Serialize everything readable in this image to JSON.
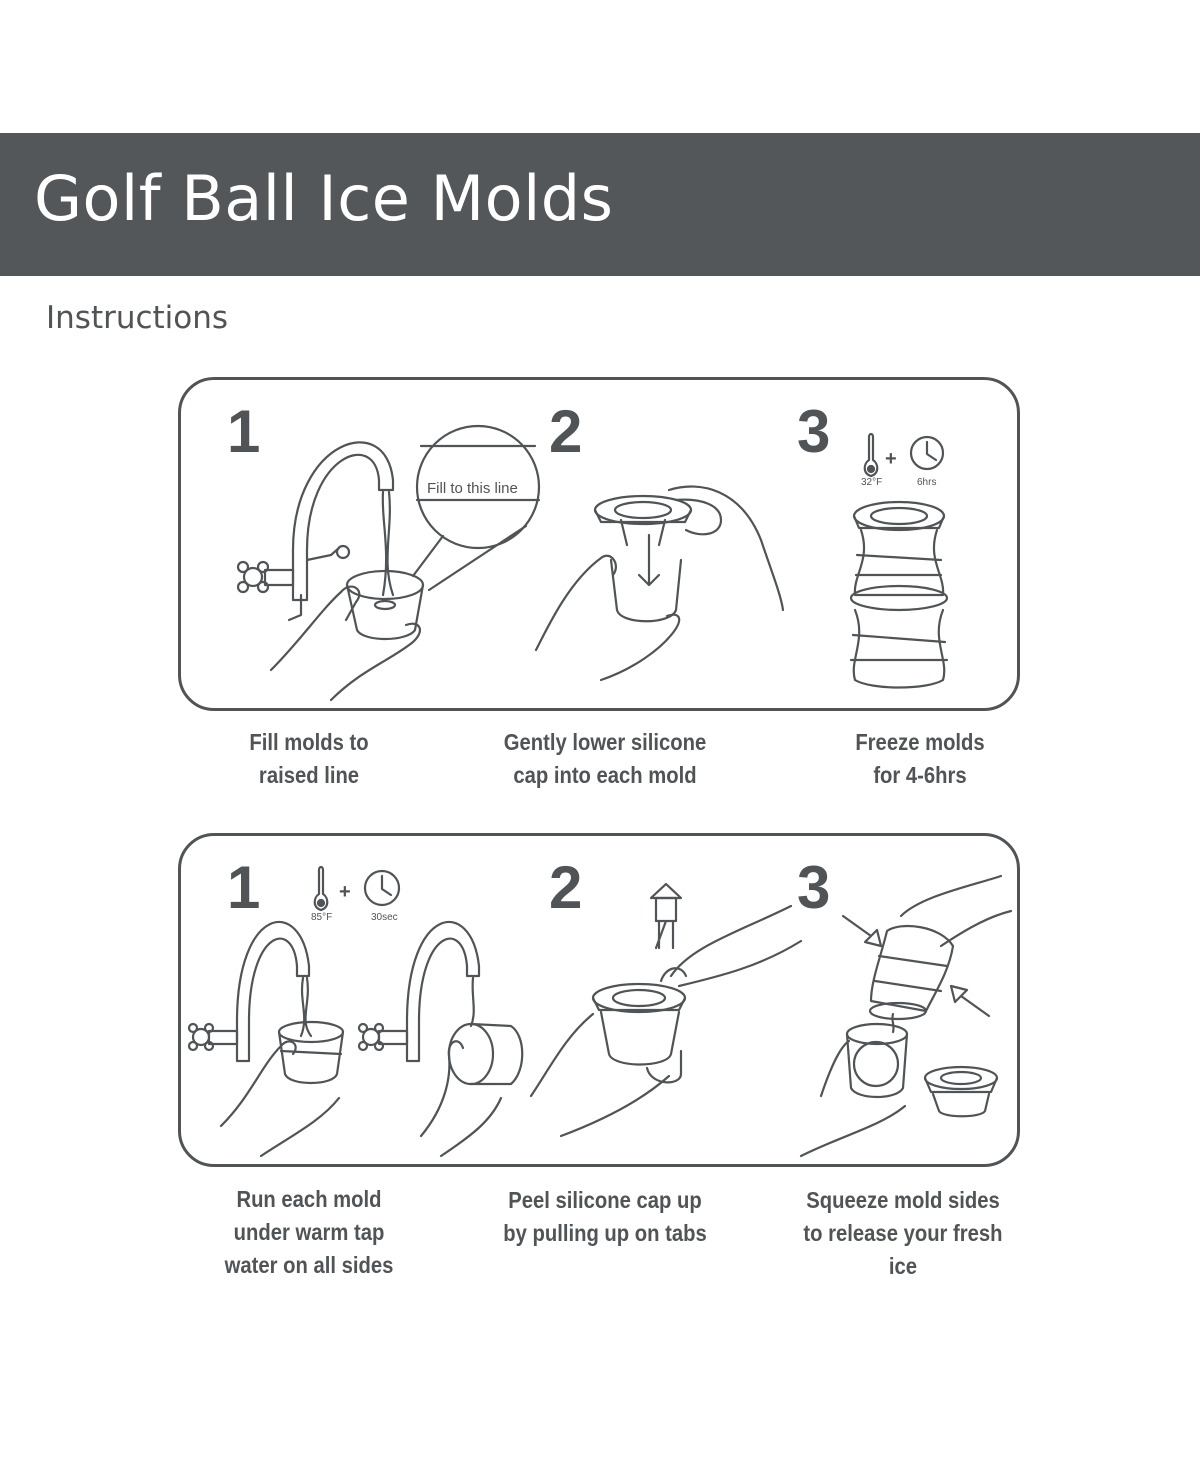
{
  "header": {
    "title": "Golf Ball Ice Molds"
  },
  "subtitle": "Instructions",
  "panel1": {
    "steps": [
      {
        "number": "1",
        "caption_lines": [
          "Fill molds to",
          "raised line"
        ],
        "callout": "Fill to this line"
      },
      {
        "number": "2",
        "caption_lines": [
          "Gently lower silicone",
          "cap into each mold"
        ]
      },
      {
        "number": "3",
        "caption_lines": [
          "Freeze molds",
          "for 4-6hrs"
        ],
        "temp_label": "32°F",
        "time_label": "6hrs"
      }
    ]
  },
  "panel2": {
    "steps": [
      {
        "number": "1",
        "caption_lines": [
          "Run each mold",
          "under warm tap",
          "water on all sides"
        ],
        "temp_label": "85°F",
        "time_label": "30sec"
      },
      {
        "number": "2",
        "caption_lines": [
          "Peel silicone cap up",
          "by pulling up on tabs"
        ]
      },
      {
        "number": "3",
        "caption_lines": [
          "Squeeze mold sides",
          "to release your fresh",
          "ice"
        ]
      }
    ]
  },
  "colors": {
    "band": "#545759",
    "ink": "#505457",
    "background": "#ffffff"
  },
  "icons": [
    "thermometer-icon",
    "clock-icon",
    "plus-icon",
    "up-arrow-icon",
    "down-arrow-icon",
    "squeeze-arrow-icon"
  ]
}
